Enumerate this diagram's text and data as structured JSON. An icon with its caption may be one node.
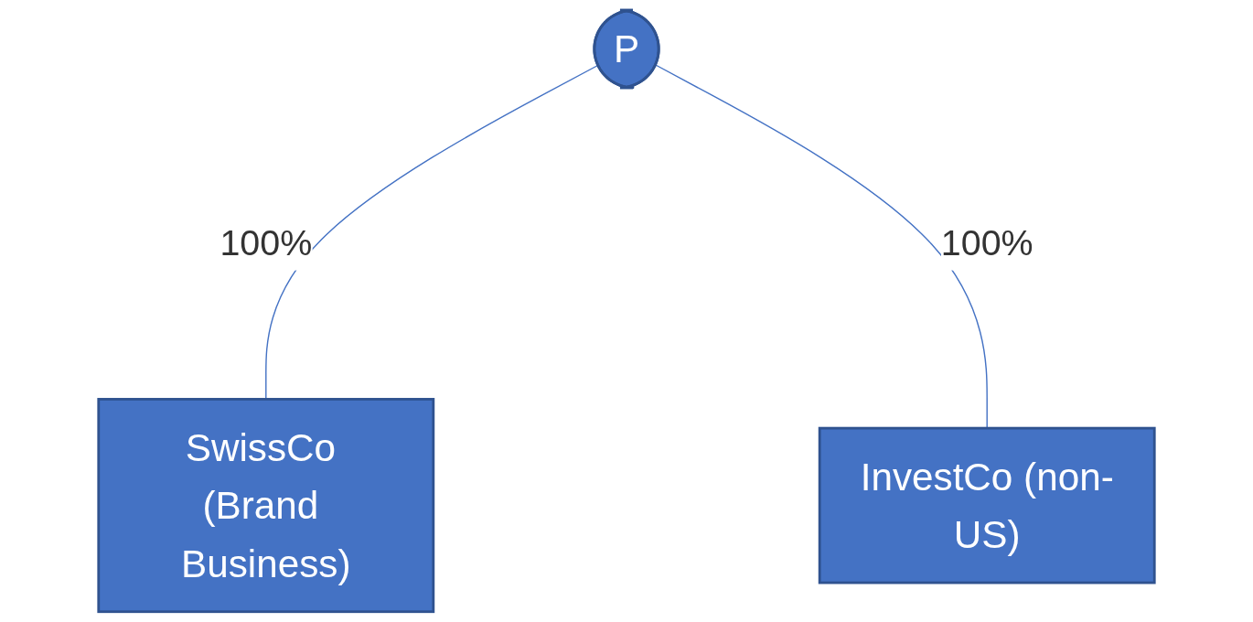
{
  "diagram": {
    "nodes": [
      {
        "text": [
          "P"
        ]
      },
      {
        "text": [
          "SwissCo (Brand Business)"
        ]
      },
      {
        "text": [
          "InvestCo (non-US)"
        ]
      }
    ],
    "edges": [
      {
        "from": 0,
        "to": 1,
        "arrow": "none",
        "label": "100%"
      },
      {
        "from": 0,
        "to": 2,
        "arrow": "none",
        "label": "100%"
      }
    ]
  }
}
